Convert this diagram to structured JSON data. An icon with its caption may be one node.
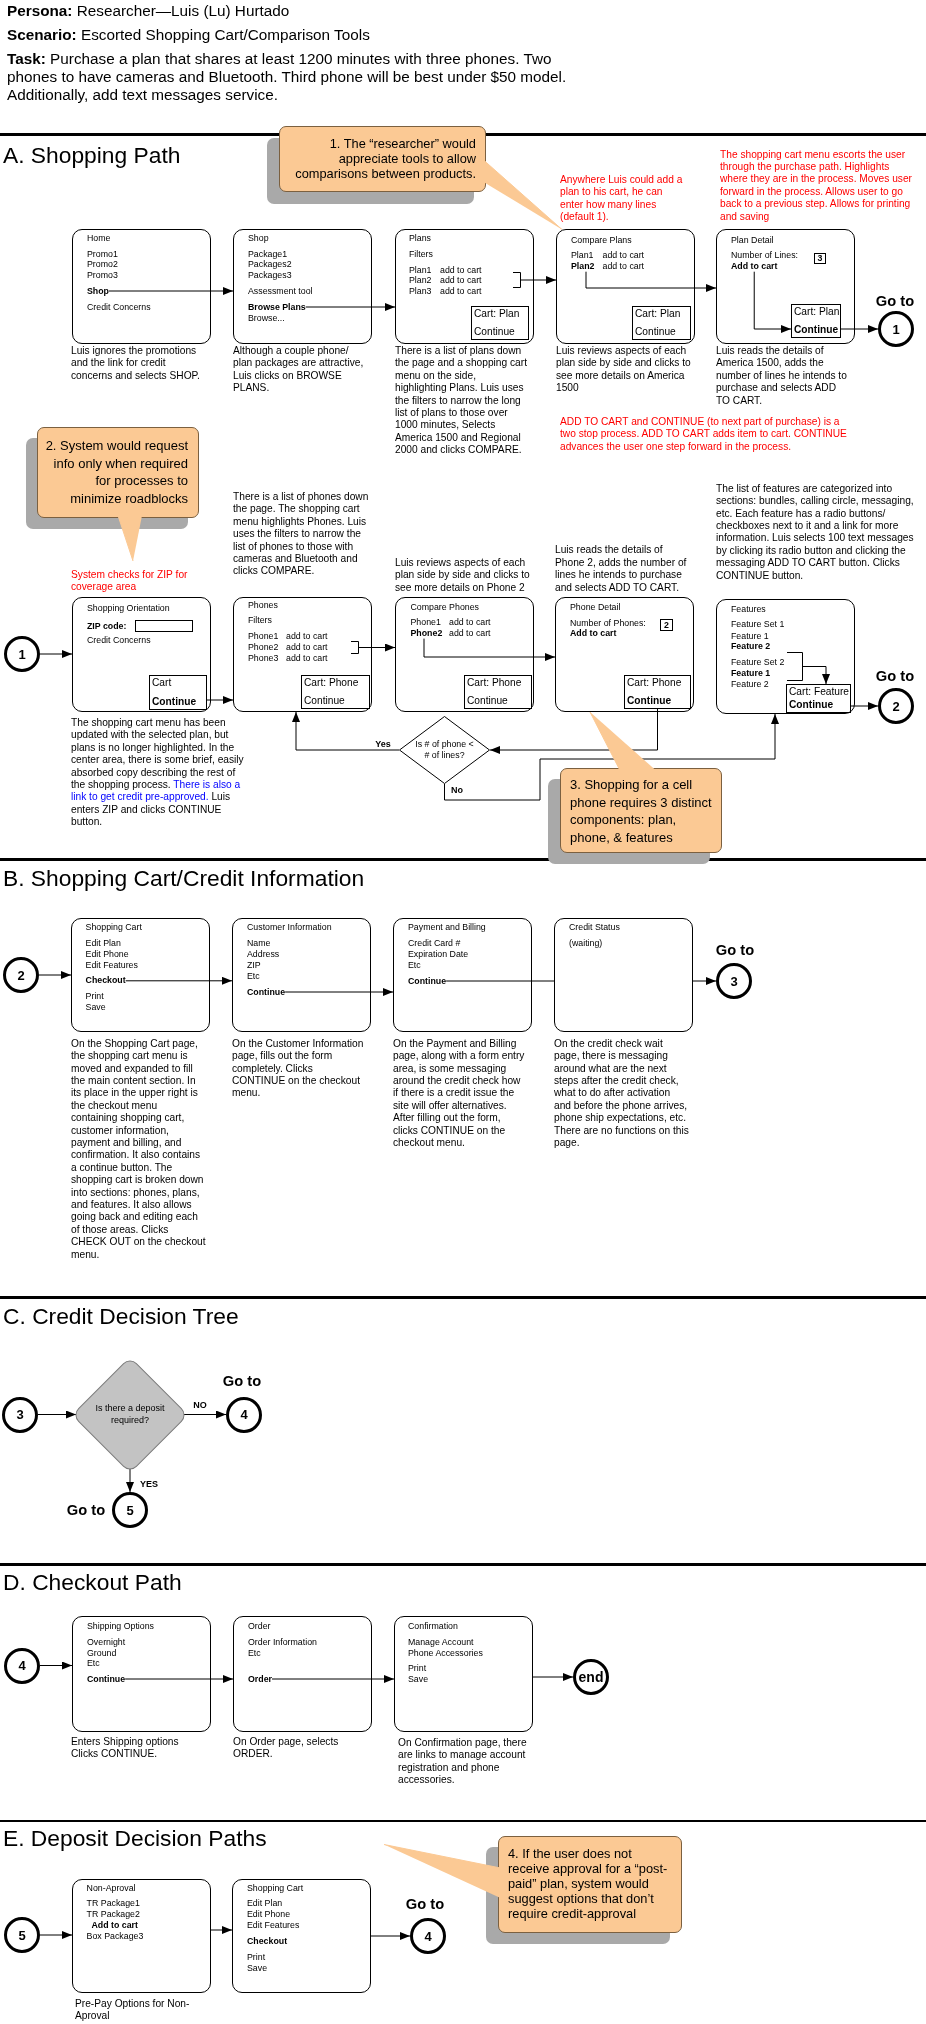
{
  "diagram": {
    "nodes": [
      {
        "text": [
          "1. The “researcher” would appreciate tools to allow comparisons between products."
        ]
      },
      {
        "text": [
          "Home",
          "Promo1",
          "Promo2",
          "Promo3",
          "Credit Concerns"
        ],
        "beside": [
          "Luis ignores the promotions and the link for credit concerns and selects SHOP."
        ]
      },
      {
        "text": [
          "Shop"
        ],
        "in": 1
      },
      {
        "text": [
          "Shop",
          "Package1",
          "Packages2",
          "Packages3",
          "Assessment tool",
          "Browse..."
        ],
        "beside": [
          "Although a couple phone/ plan packages are attractive, Luis clicks on BROWSE PLANS."
        ]
      },
      {
        "text": [
          "Browse Plans"
        ],
        "in": 3
      },
      {
        "text": [
          "Plans",
          "Filters",
          "Plan1",
          "add to cart",
          "Plan2",
          "add to cart",
          "Plan3",
          "add to cart"
        ],
        "beside": [
          "There is a list of plans down the page and a shopping cart menu on the side, highlighting Plans. Luis uses the filters to narrow the long list of plans to those over 1000 minutes, Selects America 1500 and Regional 2000 and clicks COMPARE."
        ]
      },
      {
        "text": [],
        "shape": "bracket",
        "in": 5
      },
      {
        "text": [
          "Cart: Plan",
          "Continue"
        ],
        "in": 5
      },
      {
        "text": [
          "Compare Plans",
          "Plan1",
          "add to cart",
          "add to cart"
        ],
        "beside": [
          "Luis reviews aspects of each plan side by side and clicks to see more details on America 1500"
        ]
      },
      {
        "text": [
          "Plan2"
        ],
        "in": 8
      },
      {
        "text": [
          "Cart: Plan",
          "Continue"
        ],
        "in": 8
      },
      {
        "text": [
          "Plan Detail",
          "Number of Lines:"
        ],
        "beside": [
          "Luis reads the details of America 1500, adds the number of lines he intends to purchase and selects ADD TO CART."
        ]
      },
      {
        "text": [
          "3"
        ],
        "in": 11
      },
      {
        "text": [
          "Add to cart"
        ],
        "in": 11
      },
      {
        "text": [
          "Cart: Plan",
          "Continue"
        ],
        "in": 11
      },
      {
        "text": [
          "1"
        ],
        "beside": [
          "Go to"
        ]
      },
      {
        "text": [
          "2. System would request info only when required for processes to minimize roadblocks"
        ]
      },
      {
        "text": [
          "1"
        ]
      },
      {
        "text": [
          "Shopping Orientation",
          "ZIP code:",
          "Credit Concerns"
        ],
        "beside": [
          "The shopping cart menu has been updated with the selected plan, but plans is no longer highlighted. In the center area, there is some brief, easily absorbed copy describing the rest of the shopping process.",
          "There is also a link to get credit pre-approved.",
          "Luis enters ZIP and clicks CONTINUE button."
        ]
      },
      {
        "text": [],
        "shape": "box",
        "in": 18
      },
      {
        "text": [
          "Cart",
          "Continue"
        ],
        "in": 18
      },
      {
        "text": [
          "Phones",
          "Filters",
          "Phone1",
          "add to cart",
          "Phone2",
          "add to cart",
          "Phone3",
          "add to cart"
        ],
        "beside": [
          "There is a list of phones down the page. The shopping cart menu highlights Phones. Luis uses the filters to narrow the list of phones to those with cameras and Bluetooth and clicks COMPARE."
        ]
      },
      {
        "text": [],
        "shape": "bracket",
        "in": 21
      },
      {
        "text": [
          "Cart: Phone",
          "Continue"
        ],
        "in": 21
      },
      {
        "text": [
          "Compare Phones",
          "Phone1",
          "add to cart",
          "add to cart"
        ],
        "beside": [
          "Luis reviews aspects of each plan side by side and clicks to see more details on Phone 2"
        ]
      },
      {
        "text": [
          "Phone2"
        ],
        "in": 24
      },
      {
        "text": [
          "Cart: Phone",
          "Continue"
        ],
        "in": 24
      },
      {
        "text": [
          "Phone Detail",
          "Number of Phones:",
          "Add to cart"
        ],
        "beside": [
          "Luis reads the details of Phone 2, adds the number of lines he intends to purchase and selects ADD TO CART."
        ]
      },
      {
        "text": [
          "2"
        ],
        "in": 27
      },
      {
        "text": [
          "Cart: Phone",
          "Continue"
        ],
        "in": 27
      },
      {
        "text": [
          "Features",
          "Feature Set 1",
          "Feature 1",
          "Feature 2",
          "Feature Set 2",
          "Feature 1",
          "Feature 2"
        ],
        "beside": [
          "The list of features are categorized into sections: bundles, calling circle, messaging, etc. Each feature has a radio buttons/ checkboxes next to it and a link for more information. Luis selects 100 text messages by clicking its radio button and clicking the messaging ADD TO CART button. Clicks CONTINUE button."
        ]
      },
      {
        "text": [],
        "shape": "bracket",
        "in": 30
      },
      {
        "text": [
          "Cart: Feature",
          "Continue"
        ],
        "in": 30
      },
      {
        "text": [
          "2"
        ],
        "beside": [
          "Go to"
        ]
      },
      {
        "text": [
          "Is # of phone < # of lines?"
        ]
      },
      {
        "text": [
          "3. Shopping for a cell phone requires 3 distinct components: plan, phone, & features"
        ]
      },
      {
        "text": [
          "2"
        ]
      },
      {
        "text": [
          "Shopping Cart",
          "Edit Plan",
          "Edit Phone",
          "Edit Features",
          "Print",
          "Save"
        ],
        "beside": [
          "On the Shopping Cart page, the shopping cart menu is moved and expanded to fill the main content section. In its place in the upper right is the checkout menu containing shopping cart, customer information, payment and billing, and confirmation. It also contains a continue button. The shopping cart is broken down into sections: phones, plans, and features. It also allows going back and editing each of those areas. Clicks CHECK OUT on the checkout menu."
        ]
      },
      {
        "text": [
          "Checkout"
        ],
        "in": 37
      },
      {
        "text": [
          "Customer Information",
          "Name",
          "Address",
          "ZIP",
          "Etc"
        ],
        "beside": [
          "On the Customer Information page, fills out the form completely. Clicks CONTINUE on the checkout menu."
        ]
      },
      {
        "text": [
          "Continue"
        ],
        "in": 39
      },
      {
        "text": [
          "Payment and Billing",
          "Credit Card #",
          "Expiration Date",
          "Etc"
        ],
        "beside": [
          "On the Payment and Billing page, along with a form entry area, is some messaging around the credit check how if there is a credit issue the site will offer alternatives. After filling out the form, clicks CONTINUE on the checkout menu."
        ]
      },
      {
        "text": [
          "Continue"
        ],
        "in": 41
      },
      {
        "text": [
          "Credit Status",
          "(waiting)"
        ],
        "beside": [
          "On the credit check wait page, there is messaging around what are the next steps after the credit check, what to do after activation and before the phone arrives, phone ship expectations, etc. There are no functions on this page."
        ]
      },
      {
        "text": [
          "3"
        ],
        "beside": [
          "Go to"
        ]
      },
      {
        "text": [
          "3"
        ]
      },
      {
        "text": [
          "Is there a deposit required?"
        ]
      },
      {
        "text": [
          "4"
        ],
        "beside": [
          "Go to"
        ]
      },
      {
        "text": [
          "5"
        ],
        "beside": [
          "Go to"
        ]
      },
      {
        "text": [
          "4"
        ]
      },
      {
        "text": [
          "Shipping Options",
          "Overnight",
          "Ground",
          "Etc"
        ],
        "beside": [
          "Enters Shipping options Clicks CONTINUE."
        ]
      },
      {
        "text": [
          "Continue"
        ],
        "in": 50
      },
      {
        "text": [
          "Order",
          "Order Information",
          "Etc"
        ],
        "beside": [
          "On Order page, selects ORDER."
        ]
      },
      {
        "text": [
          "Order"
        ],
        "in": 52
      },
      {
        "text": [
          "Confirmation",
          "Manage Account",
          "Phone Accessories",
          "Print",
          "Save"
        ],
        "beside": [
          "On Confirmation page, there are links to manage account registration and phone accessories."
        ]
      },
      {
        "text": [
          "end"
        ]
      },
      {
        "text": [
          "4. If the user does not receive approval for a “post-paid” plan, system would suggest options that don’t require credit-approval"
        ]
      },
      {
        "text": [
          "5"
        ]
      },
      {
        "text": [
          "Non-Aproval",
          "TR Package1",
          "TR Package2",
          "Add to cart",
          "Box Package3"
        ],
        "beside": [
          "Pre-Pay Options for Non-Aproval"
        ]
      },
      {
        "text": [
          "Shopping Cart",
          "Edit Plan",
          "Edit Phone",
          "Edit Features",
          "Checkout",
          "Print",
          "Save"
        ]
      },
      {
        "text": [
          "4"
        ],
        "beside": [
          "Go to"
        ]
      }
    ],
    "edges": [
      {
        "from": 2,
        "to": 3,
        "arrow": "to"
      },
      {
        "from": 4,
        "to": 5,
        "arrow": "to"
      },
      {
        "from": 6,
        "to": 8,
        "arrow": "to"
      },
      {
        "from": 9,
        "to": 11,
        "arrow": "to"
      },
      {
        "from": 13,
        "to": 14,
        "arrow": "to"
      },
      {
        "from": 14,
        "to": 15,
        "arrow": "to"
      },
      {
        "from": 17,
        "to": 18,
        "arrow": "to"
      },
      {
        "from": 20,
        "to": 21,
        "arrow": "to"
      },
      {
        "from": 22,
        "to": 24,
        "arrow": "to"
      },
      {
        "from": 25,
        "to": 27,
        "arrow": "to"
      },
      {
        "from": 29,
        "to": 34,
        "arrow": "to"
      },
      {
        "from": 34,
        "to": 21,
        "arrow": "to",
        "label": "Yes"
      },
      {
        "from": 34,
        "to": 30,
        "arrow": "to",
        "label": "No"
      },
      {
        "from": 31,
        "to": 32,
        "arrow": "to"
      },
      {
        "from": 32,
        "to": 33,
        "arrow": "to"
      },
      {
        "from": 36,
        "to": 37,
        "arrow": "to"
      },
      {
        "from": 38,
        "to": 39,
        "arrow": "to"
      },
      {
        "from": 40,
        "to": 41,
        "arrow": "to"
      },
      {
        "from": 42,
        "to": 43,
        "arrow": "none"
      },
      {
        "from": 43,
        "to": 44,
        "arrow": "to"
      },
      {
        "from": 45,
        "to": 46,
        "arrow": "to"
      },
      {
        "from": 46,
        "to": 47,
        "arrow": "to",
        "label": "NO"
      },
      {
        "from": 46,
        "to": 48,
        "arrow": "to",
        "label": "YES"
      },
      {
        "from": 49,
        "to": 50,
        "arrow": "to"
      },
      {
        "from": 51,
        "to": 52,
        "arrow": "to"
      },
      {
        "from": 53,
        "to": 54,
        "arrow": "to"
      },
      {
        "from": 54,
        "to": 55,
        "arrow": "to"
      },
      {
        "from": 57,
        "to": 58,
        "arrow": "to"
      },
      {
        "from": 58,
        "to": 59,
        "arrow": "to"
      },
      {
        "from": 59,
        "to": 60,
        "arrow": "to"
      },
      {
        "from": 0,
        "to": 8,
        "arrow": "to",
        "color": "#fbc994"
      },
      {
        "from": 16,
        "to": null,
        "arrow": "to",
        "color": "#fbc994"
      },
      {
        "from": 35,
        "to": 27,
        "arrow": "to",
        "color": "#fbc994"
      },
      {
        "from": 56,
        "to": null,
        "arrow": "to",
        "color": "#fbc994"
      }
    ],
    "labels": [
      "**Persona:** Researcher—Luis (Lu) Hurtado",
      "**Scenario:** Escorted Shopping Cart/Comparison Tools",
      "**Task:** Purchase a plan that shares at least 1200 minutes with three phones. Two phones to have cameras and Bluetooth. Third phone will be best under $50 model. Additionally, add text messages service.",
      "A. Shopping Path",
      "Anywhere Luis could add a plan to his cart, he can enter how many lines (default 1).",
      "The shopping cart menu escorts the user through the purchase path. Highlights where they are in the process. Moves user forward in the process. Allows user to go back to a previous step. Allows for printing and saving",
      "ADD TO CART and CONTINUE (to next part of purchase) is a two stop process. ADD TO CART adds item to cart. CONTINUE advances the user one step forward in the process.",
      "System checks for ZIP for coverage area",
      "B. Shopping Cart/Credit Information",
      "C. Credit Decision Tree",
      "D. Checkout Path",
      "E. Deposit Decision Paths"
    ]
  }
}
